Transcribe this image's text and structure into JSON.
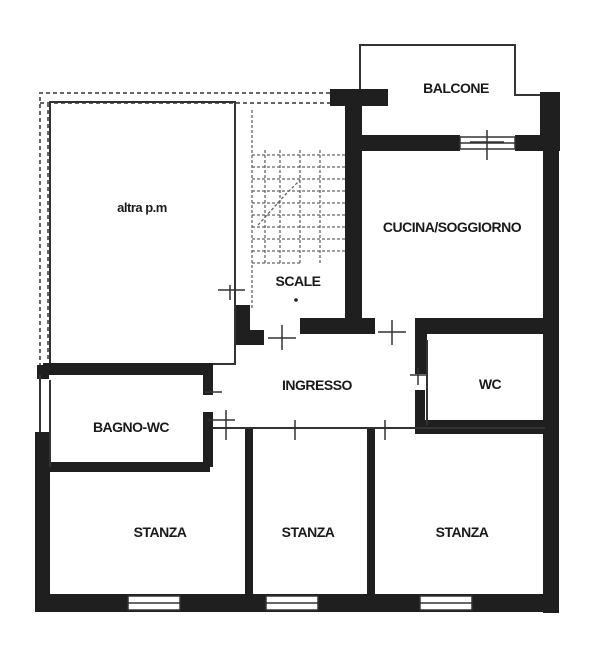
{
  "rooms": {
    "altra": "altra p.m",
    "balcone": "BALCONE",
    "cucina": "CUCINA/SOGGIORNO",
    "scale": "SCALE",
    "ingresso": "INGRESSO",
    "wc": "WC",
    "bagno": "BAGNO-WC",
    "stanza_1": "STANZA",
    "stanza_2": "STANZA",
    "stanza_3": "STANZA"
  },
  "colors": {
    "wall": "#1f1f1f",
    "dashed": "#555555",
    "paper": "#ffffff"
  }
}
